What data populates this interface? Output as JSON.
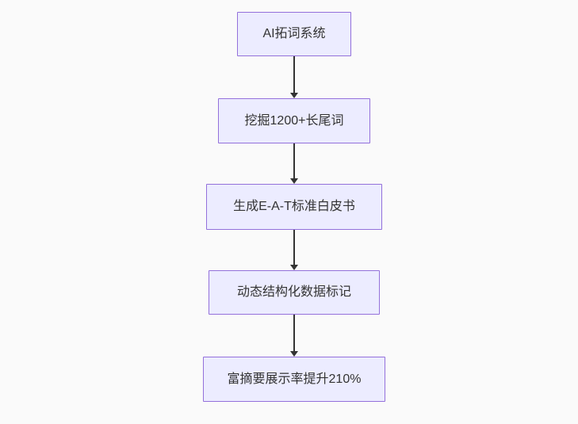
{
  "flowchart": {
    "direction": "top-down",
    "nodes": [
      {
        "label": "AI拓词系统"
      },
      {
        "label": "挖掘1200+长尾词"
      },
      {
        "label": "生成E-A-T标准白皮书"
      },
      {
        "label": "动态结构化数据标记"
      },
      {
        "label": "富摘要展示率提升210%"
      }
    ],
    "edges": [
      {
        "from": 0,
        "to": 1
      },
      {
        "from": 1,
        "to": 2
      },
      {
        "from": 2,
        "to": 3
      },
      {
        "from": 3,
        "to": 4
      }
    ],
    "colors": {
      "background": "#fafafa",
      "node_fill": "#ECECFF",
      "node_border": "#9370DB",
      "arrow": "#333333",
      "text": "#333333"
    }
  }
}
